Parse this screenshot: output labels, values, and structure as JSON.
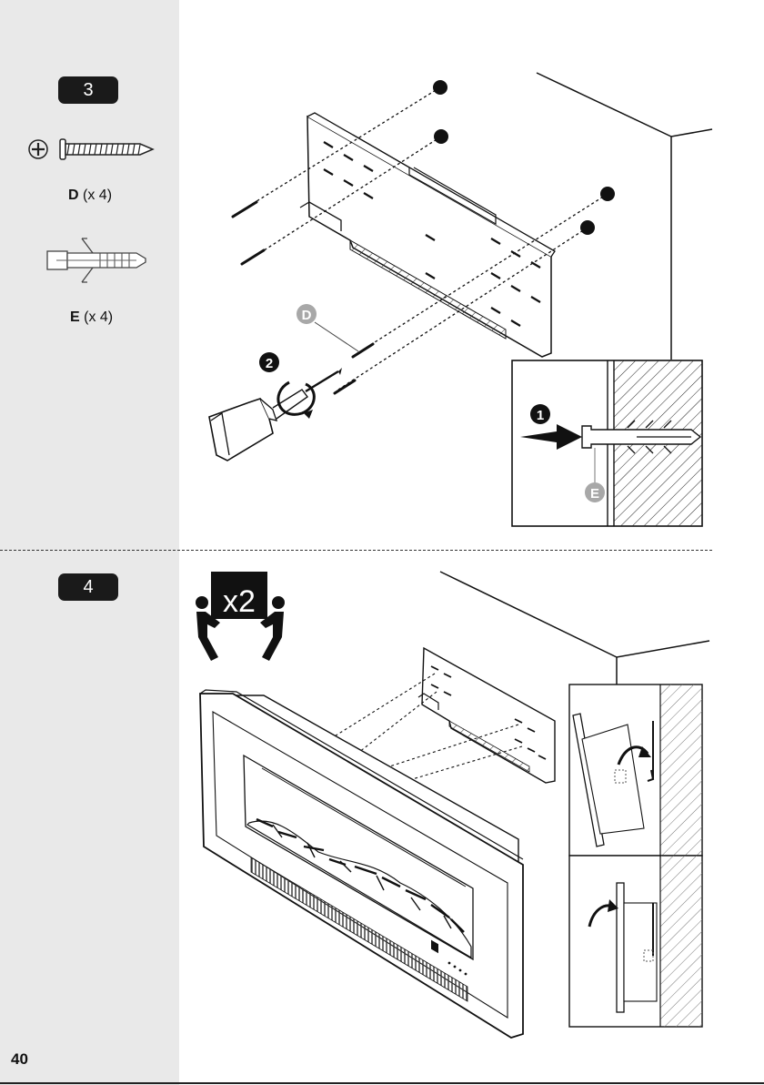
{
  "page": {
    "number": "40"
  },
  "step3": {
    "badge": "3",
    "parts": [
      {
        "letter": "D",
        "qty": "(x 4)"
      },
      {
        "letter": "E",
        "qty": "(x 4)"
      }
    ],
    "callouts": {
      "part_d": "D",
      "part_e": "E",
      "sub1": "1",
      "sub2": "2"
    }
  },
  "step4": {
    "badge": "4",
    "people": "x2"
  },
  "colors": {
    "sidebar": "#e9e9e9",
    "badge": "#1a1a1a",
    "callout_grey": "#a8a8a8"
  }
}
